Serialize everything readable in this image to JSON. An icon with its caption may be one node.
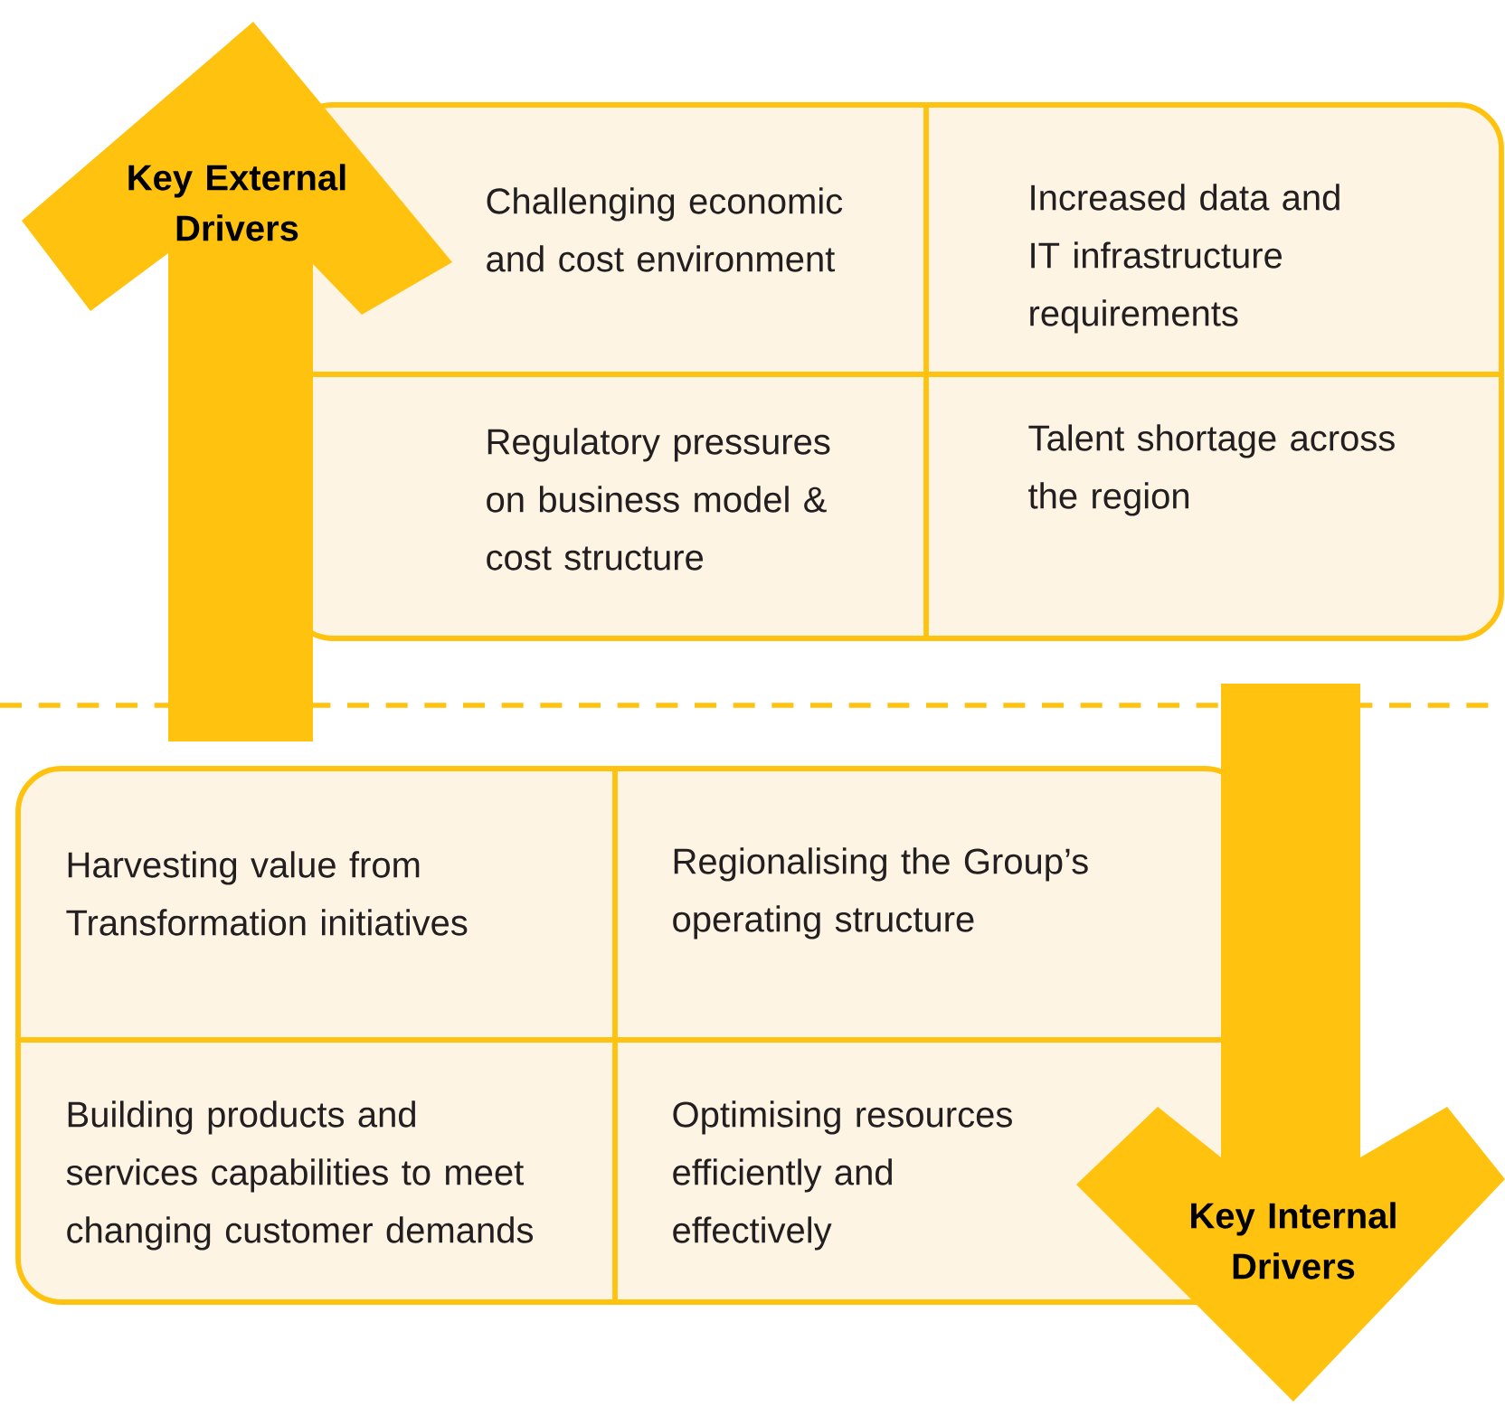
{
  "diagram": {
    "nodes": [
      {
        "text": [
          "Key External Drivers"
        ]
      },
      {
        "text": [
          "Challenging economic and cost environment"
        ]
      },
      {
        "text": [
          "Increased data and IT infrastructure requirements"
        ]
      },
      {
        "text": [
          "Regulatory pressures on business model & cost structure"
        ]
      },
      {
        "text": [
          "Talent shortage across the region"
        ]
      },
      {
        "text": [
          "Key Internal Drivers"
        ]
      },
      {
        "text": [
          "Harvesting value from Transformation initiatives"
        ]
      },
      {
        "text": [
          "Regionalising the Group’s operating structure"
        ]
      },
      {
        "text": [
          "Building products and services capabilities to meet changing customer demands"
        ]
      },
      {
        "text": [
          "Optimising resources efficiently and effectively"
        ]
      }
    ]
  }
}
